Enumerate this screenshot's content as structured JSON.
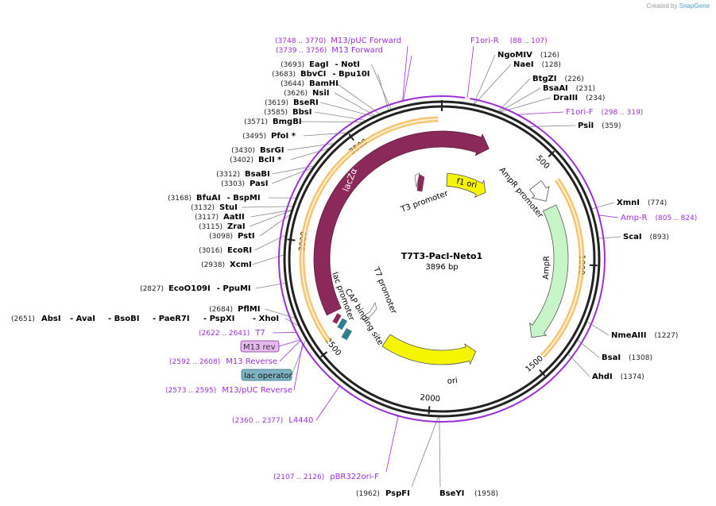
{
  "credit": {
    "prefix": "Created by",
    "brand": "SnapGene"
  },
  "map": {
    "name": "T7T3-PacI-Neto1",
    "length_label": "3896 bp",
    "total_bp": 3896,
    "ticks": [
      "500",
      "1000",
      "1500",
      "2000",
      "2500",
      "3000",
      "3500"
    ]
  },
  "colors": {
    "backbone": "#222222",
    "enzyme_text": "#000000",
    "position_text": "#222222",
    "primer": "#9b30d9",
    "lacZa": "#8b2a5a",
    "ori": "#f5f500",
    "ampR": "#c8f5c8",
    "promoter_outline": "#ffffff",
    "lac_operator": "#7fb3c4",
    "m13_rev_box": "#e8b8f0",
    "orange_glow": "#f5b041"
  },
  "right_labels": [
    {
      "name": "NgoMIV",
      "pos": "(126)"
    },
    {
      "name": "NaeI",
      "pos": "(128)"
    },
    {
      "name": "BtgZI",
      "pos": "(226)"
    },
    {
      "name": "BsaAI",
      "pos": "(231)"
    },
    {
      "name": "DraIII",
      "pos": "(234)"
    },
    {
      "name": "F1ori-F",
      "pos": "(298 .. 319)",
      "primer": true
    },
    {
      "name": "PsiI",
      "pos": "(359)"
    },
    {
      "name": "XmnI",
      "pos": "(774)"
    },
    {
      "name": "Amp-R",
      "pos": "(805 .. 824)",
      "primer": true
    },
    {
      "name": "ScaI",
      "pos": "(893)"
    },
    {
      "name": "NmeAIII",
      "pos": "(1227)"
    },
    {
      "name": "BsaI",
      "pos": "(1308)"
    },
    {
      "name": "AhdI",
      "pos": "(1374)"
    }
  ],
  "top_primers": [
    {
      "name": "M13/pUC Forward",
      "pos": "(3748 .. 3770)"
    },
    {
      "name": "M13 Forward",
      "pos": "(3739 .. 3756)"
    },
    {
      "name": "F1ori-R",
      "pos": "(88 .. 107)"
    }
  ],
  "left_labels": [
    {
      "pos": "(3693)",
      "name": "EagI",
      "extra": "- NotI"
    },
    {
      "pos": "(3683)",
      "name": "BbvCI",
      "extra": "- Bpu10I"
    },
    {
      "pos": "(3644)",
      "name": "BamHI",
      "extra": ""
    },
    {
      "pos": "(3626)",
      "name": "NsiI",
      "extra": ""
    },
    {
      "pos": "(3619)",
      "name": "BseRI",
      "extra": ""
    },
    {
      "pos": "(3585)",
      "name": "BbsI",
      "extra": ""
    },
    {
      "pos": "(3571)",
      "name": "BmgBI",
      "extra": ""
    },
    {
      "pos": "(3495)",
      "name": "PfoI *",
      "extra": ""
    },
    {
      "pos": "(3430)",
      "name": "BsrGI",
      "extra": ""
    },
    {
      "pos": "(3402)",
      "name": "BclI *",
      "extra": ""
    },
    {
      "pos": "(3312)",
      "name": "BsaBI",
      "extra": ""
    },
    {
      "pos": "(3303)",
      "name": "PasI",
      "extra": ""
    },
    {
      "pos": "(3168)",
      "name": "BfuAI",
      "extra": "- BspMI"
    },
    {
      "pos": "(3132)",
      "name": "StuI",
      "extra": ""
    },
    {
      "pos": "(3117)",
      "name": "AatII",
      "extra": ""
    },
    {
      "pos": "(3115)",
      "name": "ZraI",
      "extra": ""
    },
    {
      "pos": "(3098)",
      "name": "PstI",
      "extra": ""
    },
    {
      "pos": "(3016)",
      "name": "EcoRI",
      "extra": ""
    },
    {
      "pos": "(2938)",
      "name": "XcmI",
      "extra": ""
    },
    {
      "pos": "(2827)",
      "name": "EcoO109I",
      "extra": "- PpuMI"
    },
    {
      "pos": "(2684)",
      "name": "PflMI",
      "extra": ""
    }
  ],
  "multi_left": {
    "pos": "(2651)",
    "names": [
      "AbsI",
      "- AvaI",
      "- BsoBI",
      "- PaeR7I",
      "- PspXI",
      "- XhoI"
    ]
  },
  "left_features": {
    "t7": {
      "pos": "(2622 .. 2641)",
      "name": "T7"
    },
    "m13rev_box": "M13 rev",
    "m13reverse": {
      "pos": "(2592 .. 2608)",
      "name": "M13 Reverse"
    },
    "lacop_box": "lac operator",
    "m13pucrev": {
      "pos": "(2573 .. 2595)",
      "name": "M13/pUC Reverse"
    },
    "l4440": {
      "pos": "(2360 .. 2377)",
      "name": "L4440"
    },
    "pbr": {
      "pos": "(2107 .. 2126)",
      "name": "pBR322ori-F"
    }
  },
  "bottom_labels": [
    {
      "pos": "(1962)",
      "name": "PspFI"
    },
    {
      "name": "BseYI",
      "pos": "(1958)"
    }
  ],
  "features": {
    "lacZa": "lacZα",
    "f1ori": "f1 ori",
    "ampR": "AmpR",
    "ampR_promoter": "AmpR promoter",
    "ori": "ori",
    "t3_promoter": "T3 promoter",
    "t7_promoter": "T7 promoter",
    "lac_promoter": "lac promoter",
    "cap_site": "CAP binding site"
  }
}
